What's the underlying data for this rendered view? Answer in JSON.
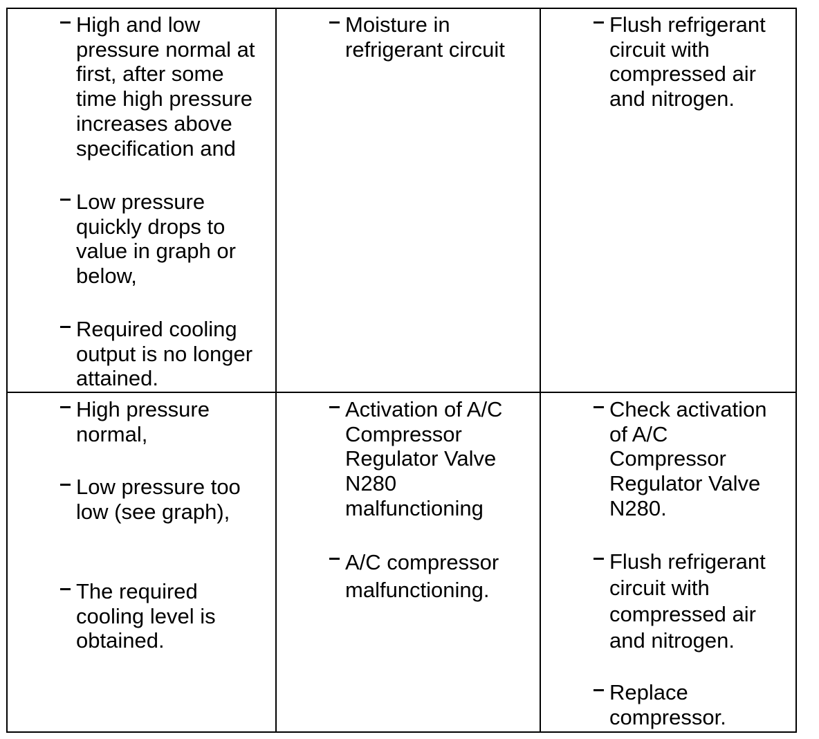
{
  "rows": [
    {
      "symptoms": [
        [
          "High and low",
          "pressure normal at",
          "first, after some",
          "time high pressure",
          "increases above",
          "specification and"
        ],
        [
          "Low pressure",
          "quickly drops to",
          "value in graph or",
          "below,"
        ],
        [
          "Required cooling",
          "output is no longer",
          "attained."
        ]
      ],
      "causes": [
        [
          "Moisture in",
          "refrigerant circuit"
        ]
      ],
      "remedies": [
        [
          "Flush refrigerant",
          "circuit with",
          "compressed air",
          "and nitrogen."
        ]
      ]
    },
    {
      "symptoms": [
        [
          "High pressure",
          "normal,"
        ],
        [
          "Low pressure too",
          "low (see graph),"
        ],
        [
          "The required",
          "cooling level is",
          "obtained."
        ]
      ],
      "causes": [
        [
          "Activation of A/C",
          "Compressor",
          "Regulator Valve",
          "N280",
          "malfunctioning"
        ],
        [
          "A/C compressor",
          "malfunctioning."
        ]
      ],
      "remedies": [
        [
          "Check activation",
          "of A/C",
          "Compressor",
          "Regulator Valve",
          "N280."
        ],
        [
          "Flush refrigerant",
          "circuit with",
          "compressed air",
          "and nitrogen."
        ],
        [
          "Replace",
          "compressor."
        ]
      ]
    }
  ]
}
